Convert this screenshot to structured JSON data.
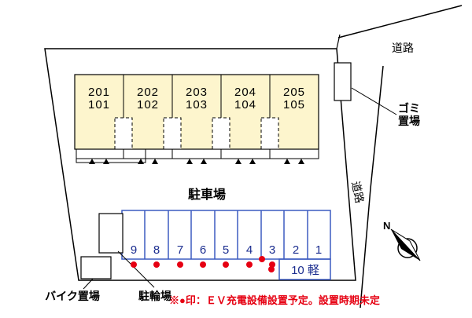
{
  "site": {
    "road_label_top": "道路",
    "road_label_right": "道路",
    "garbage_label_line1": "ゴミ",
    "garbage_label_line2": "置場",
    "parking_area_label": "駐車場",
    "bike_storage_label": "バイク置場",
    "bicycle_parking_label": "駐輪場",
    "compass_label": "N"
  },
  "building": {
    "units": [
      {
        "upper": "201",
        "lower": "101"
      },
      {
        "upper": "202",
        "lower": "102"
      },
      {
        "upper": "203",
        "lower": "103"
      },
      {
        "upper": "204",
        "lower": "104"
      },
      {
        "upper": "205",
        "lower": "105"
      }
    ]
  },
  "parking": {
    "spaces": [
      "9",
      "8",
      "7",
      "6",
      "5",
      "4",
      "3",
      "2",
      "1"
    ],
    "kei_space": "10 軽"
  },
  "note": "※●印：ＥＶ充電設備設置予定。設置時期未定",
  "colors": {
    "accent_blue": "#3c5bc0",
    "number_navy": "#1b2d8f",
    "ev_red": "#e60012",
    "building_fill": "#fdf5cd"
  }
}
